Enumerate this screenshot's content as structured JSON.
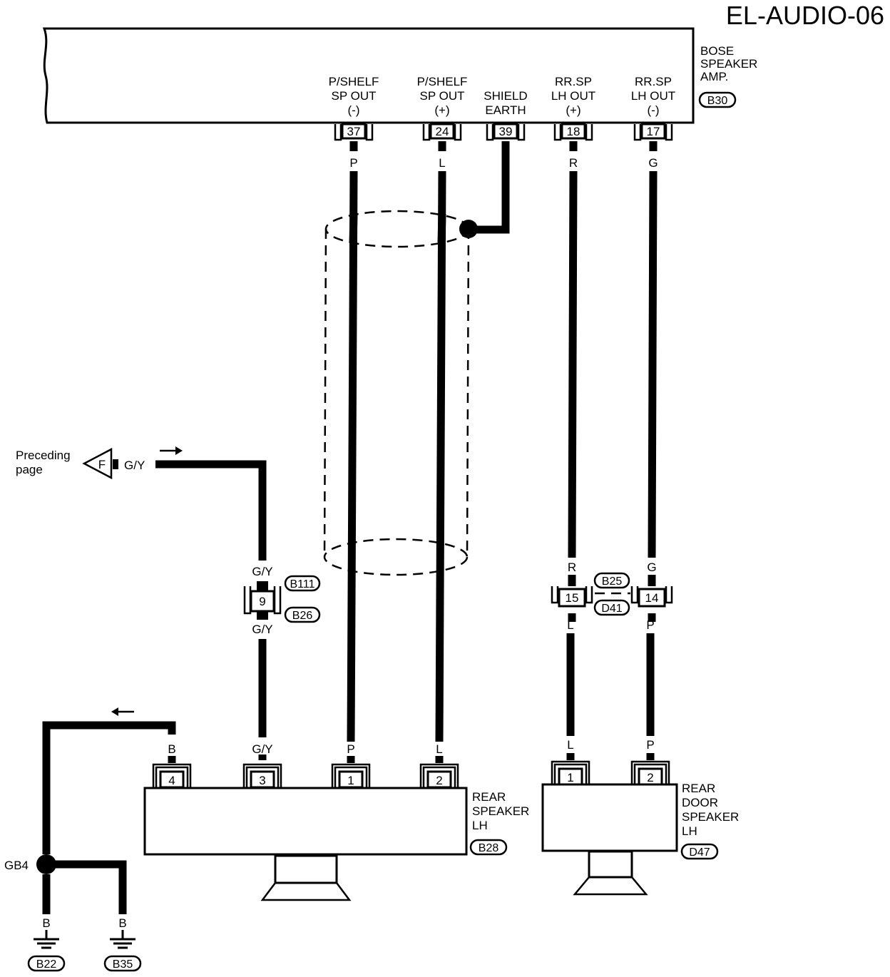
{
  "title": "EL-AUDIO-06",
  "amp": {
    "name_lines": [
      "BOSE",
      "SPEAKER",
      "AMP."
    ],
    "connector": "B30",
    "terminals": [
      {
        "pin": "37",
        "label_lines": [
          "P/SHELF",
          "SP OUT",
          "(-)"
        ],
        "wire_color": "P"
      },
      {
        "pin": "24",
        "label_lines": [
          "P/SHELF",
          "SP OUT",
          "(+)"
        ],
        "wire_color": "L"
      },
      {
        "pin": "39",
        "label_lines": [
          "SHIELD",
          "EARTH"
        ],
        "wire_color": ""
      },
      {
        "pin": "18",
        "label_lines": [
          "RR.SP",
          "LH OUT",
          "(+)"
        ],
        "wire_color": "R"
      },
      {
        "pin": "17",
        "label_lines": [
          "RR.SP",
          "LH OUT",
          "(-)"
        ],
        "wire_color": "G"
      }
    ]
  },
  "preceding": {
    "text_lines": [
      "Preceding",
      "page"
    ],
    "flag": "F",
    "wire_color": "G/Y"
  },
  "inline_b111": {
    "connectors": [
      "B111",
      "B26"
    ],
    "pin": "9",
    "wire_top": "G/Y",
    "wire_bottom": "G/Y"
  },
  "inline_b25": {
    "connectors": [
      "B25",
      "D41"
    ],
    "pins": [
      "15",
      "14"
    ],
    "wire_top": [
      "R",
      "G"
    ],
    "wire_bottom": [
      "L",
      "P"
    ]
  },
  "rear_speaker": {
    "name_lines": [
      "REAR",
      "SPEAKER",
      "LH"
    ],
    "connector": "B28",
    "pins": [
      {
        "pin": "4",
        "wire_color": "B"
      },
      {
        "pin": "3",
        "wire_color": "G/Y"
      },
      {
        "pin": "1",
        "wire_color": "P"
      },
      {
        "pin": "2",
        "wire_color": "L"
      }
    ]
  },
  "rear_door_speaker": {
    "name_lines": [
      "REAR",
      "DOOR",
      "SPEAKER",
      "LH"
    ],
    "connector": "D47",
    "pins": [
      {
        "pin": "1",
        "wire_color": "L"
      },
      {
        "pin": "2",
        "wire_color": "P"
      }
    ]
  },
  "ground": {
    "splice": "GB4",
    "grounds": [
      {
        "wire_color": "B",
        "connector": "B22"
      },
      {
        "wire_color": "B",
        "connector": "B35"
      }
    ]
  }
}
